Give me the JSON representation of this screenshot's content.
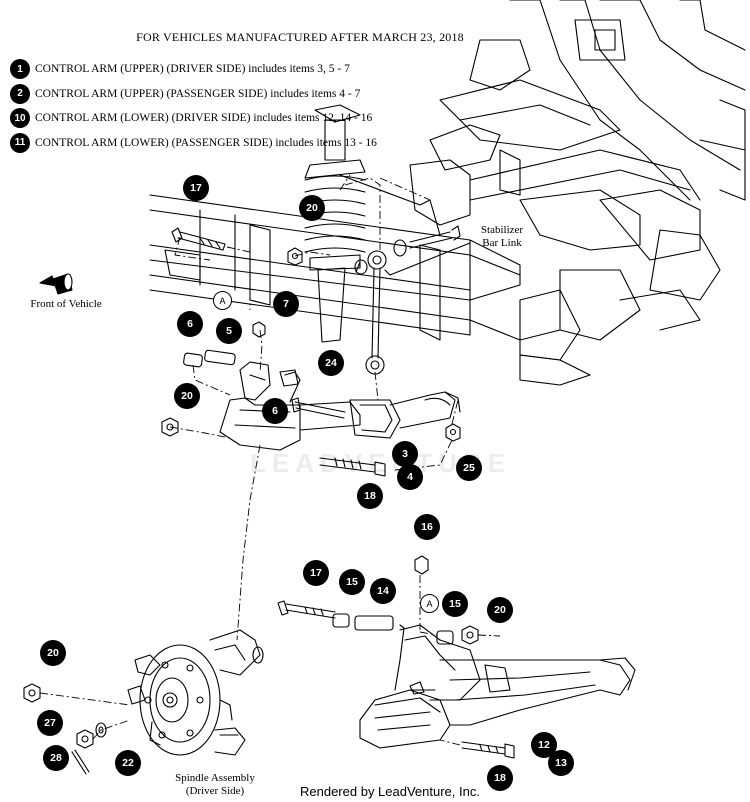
{
  "title": "FOR VEHICLES MANUFACTURED AFTER MARCH 23, 2018",
  "legend": [
    {
      "num": "1",
      "text": "CONTROL ARM (UPPER) (DRIVER SIDE) includes items 3, 5 - 7"
    },
    {
      "num": "2",
      "text": "CONTROL ARM (UPPER) (PASSENGER SIDE) includes items 4 - 7"
    },
    {
      "num": "10",
      "text": "CONTROL ARM (LOWER) (DRIVER SIDE) includes items 12, 14 - 16"
    },
    {
      "num": "11",
      "text": "CONTROL ARM (LOWER) (PASSENGER SIDE) includes items 13 - 16"
    }
  ],
  "labels": {
    "front_line1": "Front of Vehicle",
    "stabilizer_line1": "Stabilizer",
    "stabilizer_line2": "Bar Link",
    "spindle_line1": "Spindle Assembly",
    "spindle_line2": "(Driver Side)",
    "ref_a": "A"
  },
  "callouts": {
    "c17a": "17",
    "c20a": "20",
    "c7": "7",
    "c6a": "6",
    "c5": "5",
    "c24": "24",
    "c20b": "20",
    "c6b": "6",
    "c3": "3",
    "c4": "4",
    "c25": "25",
    "c18a": "18",
    "c16": "16",
    "c17b": "17",
    "c15a": "15",
    "c14": "14",
    "c15b": "15",
    "c20c": "20",
    "c20d": "20",
    "c27": "27",
    "c22": "22",
    "c28": "28",
    "c12": "12",
    "c13": "13",
    "c18b": "18"
  },
  "watermark": "LEADVENTURE",
  "footer": "Rendered by LeadVenture, Inc."
}
